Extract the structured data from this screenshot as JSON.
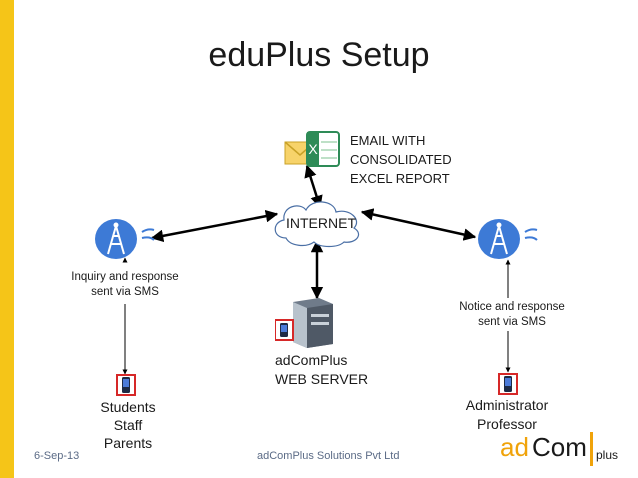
{
  "slide": {
    "title": "eduPlus Setup",
    "footer_date": "6-Sep-13",
    "footer_company": "adComPlus Solutions Pvt Ltd"
  },
  "brand": {
    "part1": "adCom",
    "part2": "plus",
    "accent": "#f0a30a"
  },
  "nodes": {
    "email_label_1": "EMAIL WITH",
    "email_label_2": "CONSOLIDATED",
    "email_label_3": "EXCEL REPORT",
    "internet": "INTERNET",
    "server_1": "adComPlus",
    "server_2": "WEB SERVER",
    "left_note_1": "Inquiry and response",
    "left_note_2": "sent via SMS",
    "right_note_1": "Notice and response",
    "right_note_2": "sent via SMS",
    "left_users": [
      "Students",
      "Staff",
      "Parents"
    ],
    "right_users": [
      "Administrator",
      "Professor"
    ]
  },
  "icons": [
    "email-excel-icon",
    "cloud-icon",
    "tower-icon",
    "server-icon",
    "mobile-phone-icon"
  ],
  "colors": {
    "side_bar": "#f5c518",
    "tower": "#3d7ad6",
    "phone_frame": "#d62828"
  }
}
